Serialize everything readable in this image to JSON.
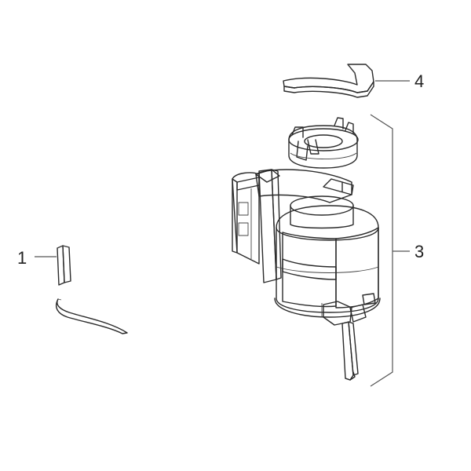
{
  "callouts": [
    {
      "id": "1",
      "label": "1"
    },
    {
      "id": "3",
      "label": "3"
    },
    {
      "id": "4",
      "label": "4"
    }
  ],
  "colors": {
    "line": "#2a2a2a",
    "fill_light": "#f4f4f4",
    "fill_mid": "#d9d9d9",
    "fill_dark": "#b5b5b5",
    "fill_darker": "#8f8f8f"
  }
}
